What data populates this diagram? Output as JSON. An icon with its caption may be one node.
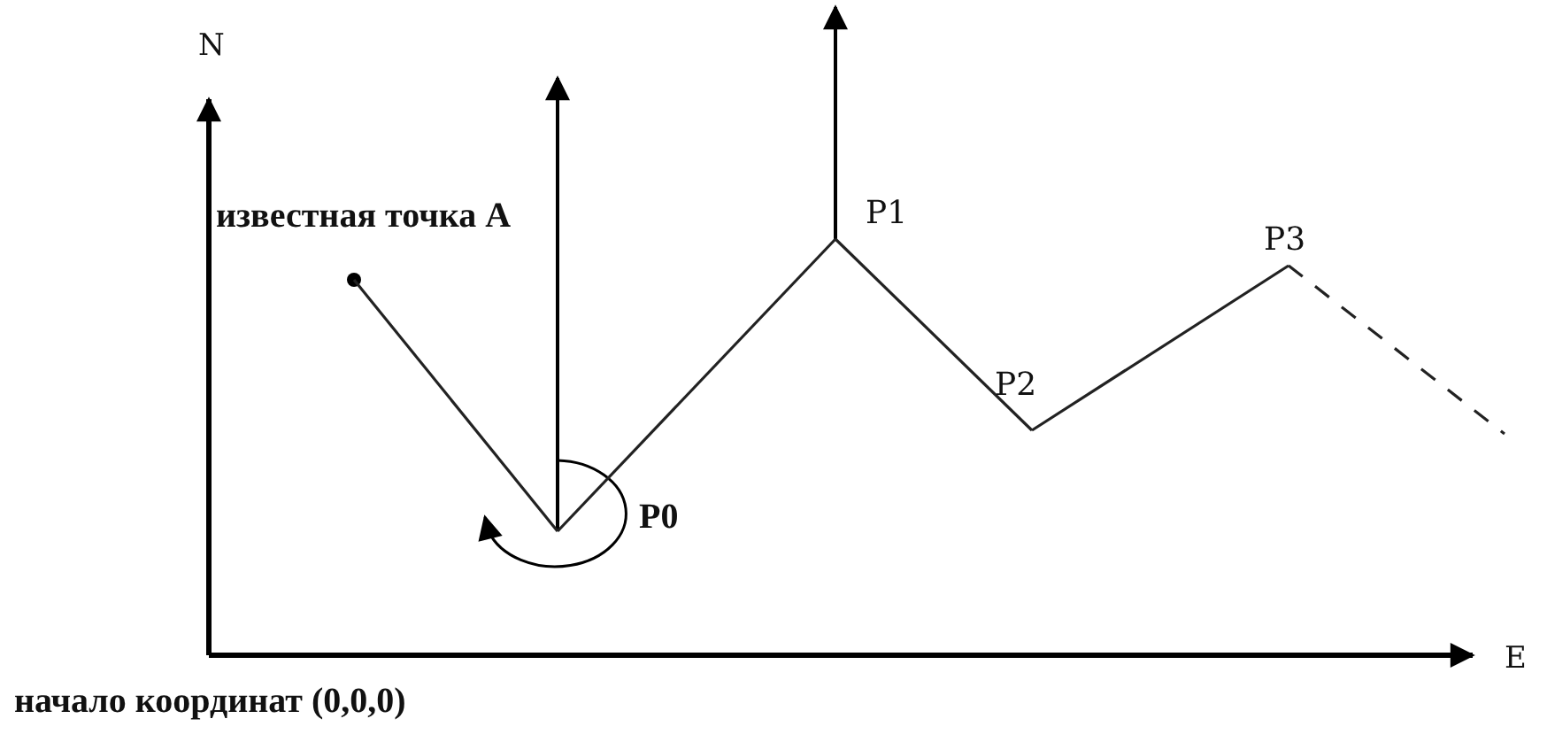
{
  "diagram": {
    "nodes": [
      {
        "text": [
          "известная точка А"
        ]
      },
      {
        "text": [
          "P0"
        ]
      },
      {
        "text": [
          "P1"
        ]
      },
      {
        "text": [
          "P2"
        ]
      },
      {
        "text": [
          "P3"
        ]
      }
    ],
    "edges": [
      {
        "from": 0,
        "to": 1,
        "arrow": "none"
      },
      {
        "from": 1,
        "to": 2,
        "arrow": "none"
      },
      {
        "from": 2,
        "to": 3,
        "arrow": "none"
      },
      {
        "from": 3,
        "to": 4,
        "arrow": "none"
      },
      {
        "from": 4,
        "to": null,
        "arrow": "none",
        "style": "dashed"
      }
    ],
    "labels": [
      "N",
      "E",
      "начало координат (0,0,0)"
    ]
  }
}
